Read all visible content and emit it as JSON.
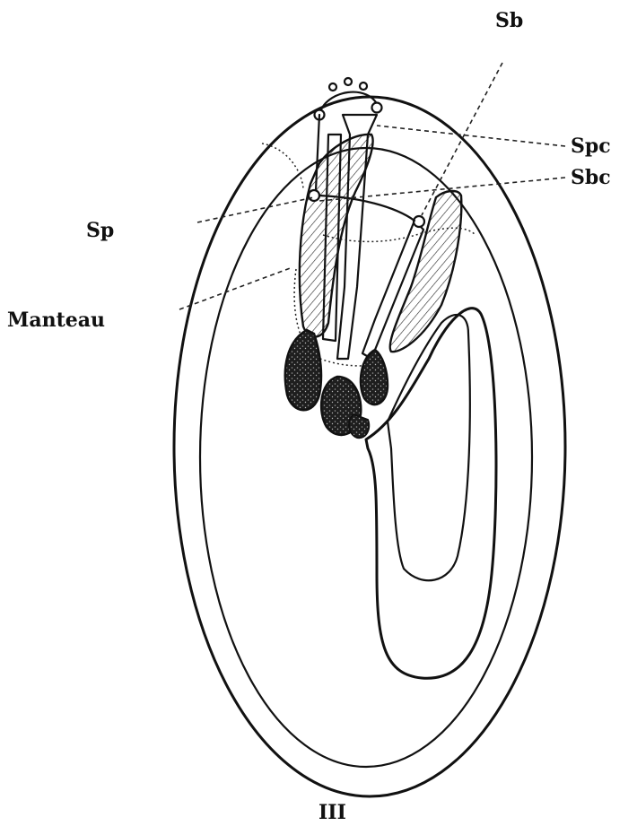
{
  "labels": {
    "sb": "Sb",
    "spc": "Spc",
    "sbc": "Sbc",
    "sp": "Sp",
    "manteau": "Manteau",
    "figure_number": "III"
  }
}
